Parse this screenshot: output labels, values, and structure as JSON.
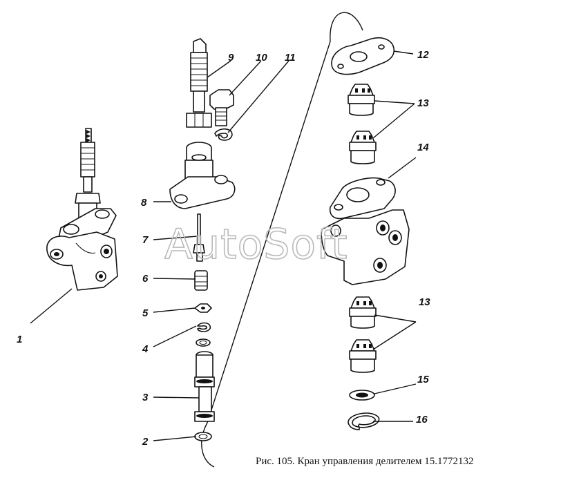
{
  "figure": {
    "caption": "Рис. 105. Кран управления делителем 15.1772132",
    "watermark": "AutoSoft"
  },
  "callouts": [
    {
      "id": "1",
      "label": "1"
    },
    {
      "id": "2",
      "label": "2"
    },
    {
      "id": "3",
      "label": "3"
    },
    {
      "id": "4",
      "label": "4"
    },
    {
      "id": "5",
      "label": "5"
    },
    {
      "id": "6",
      "label": "6"
    },
    {
      "id": "7",
      "label": "7"
    },
    {
      "id": "8",
      "label": "8"
    },
    {
      "id": "9",
      "label": "9"
    },
    {
      "id": "10",
      "label": "10"
    },
    {
      "id": "11",
      "label": "11"
    },
    {
      "id": "12",
      "label": "12"
    },
    {
      "id": "13a",
      "label": "13"
    },
    {
      "id": "13b",
      "label": "13"
    },
    {
      "id": "14",
      "label": "14"
    },
    {
      "id": "15",
      "label": "15"
    },
    {
      "id": "16",
      "label": "16"
    }
  ]
}
